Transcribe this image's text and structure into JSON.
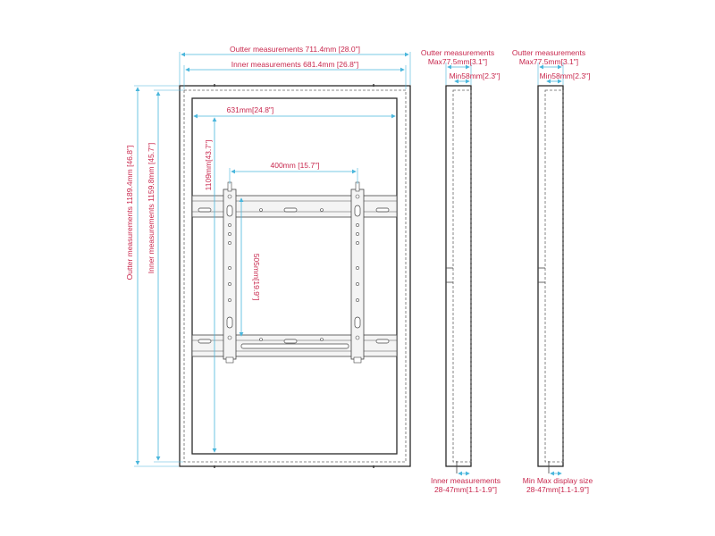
{
  "front_view": {
    "outer_width": "Outter measurements 711.4mm [28.0\"]",
    "inner_width": "Inner measurements 681.4mm [26.8\"]",
    "frame_opening": "631mm[24.8\"]",
    "vesa_horizontal": "400mm [15.7\"]",
    "vesa_vertical": "505mm[19.9\"]",
    "vertical_opening": "1109mm[43.7\"]",
    "outer_height": "Outter measurements 1189.4mm [46.8\"]",
    "inner_height": "Inner measurements 1159.8mm [45.7\"]"
  },
  "side_view_left": {
    "top_label_1": "Outter measurements",
    "top_label_2": "Max77.5mm[3.1\"]",
    "top_label_3": "Min58mm[2.3\"]",
    "bottom_label_1": "Inner measurements",
    "bottom_label_2": "28-47mm[1.1-1.9\"]"
  },
  "side_view_right": {
    "top_label_1": "Outter measurements",
    "top_label_2": "Max77.5mm[3.1\"]",
    "top_label_3": "Min58mm[2.3\"]",
    "bottom_label_1": "Min Max display size",
    "bottom_label_2": "28-47mm[1.1-1.9\"]"
  },
  "colors": {
    "dimension_line": "#4ab6dc",
    "label_text": "#c8284e",
    "frame": "#2a2a2a"
  }
}
